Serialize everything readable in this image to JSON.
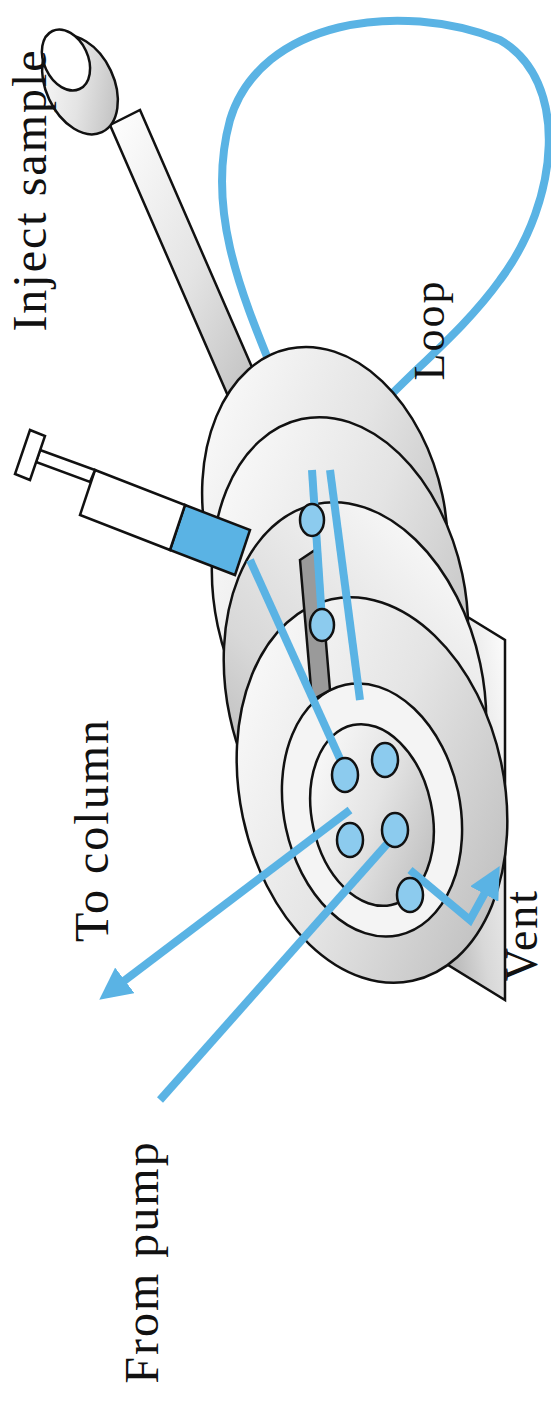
{
  "diagram": {
    "labels": [
      "Inject sample",
      "To column",
      "From pump",
      "Vent",
      "Loop"
    ]
  }
}
